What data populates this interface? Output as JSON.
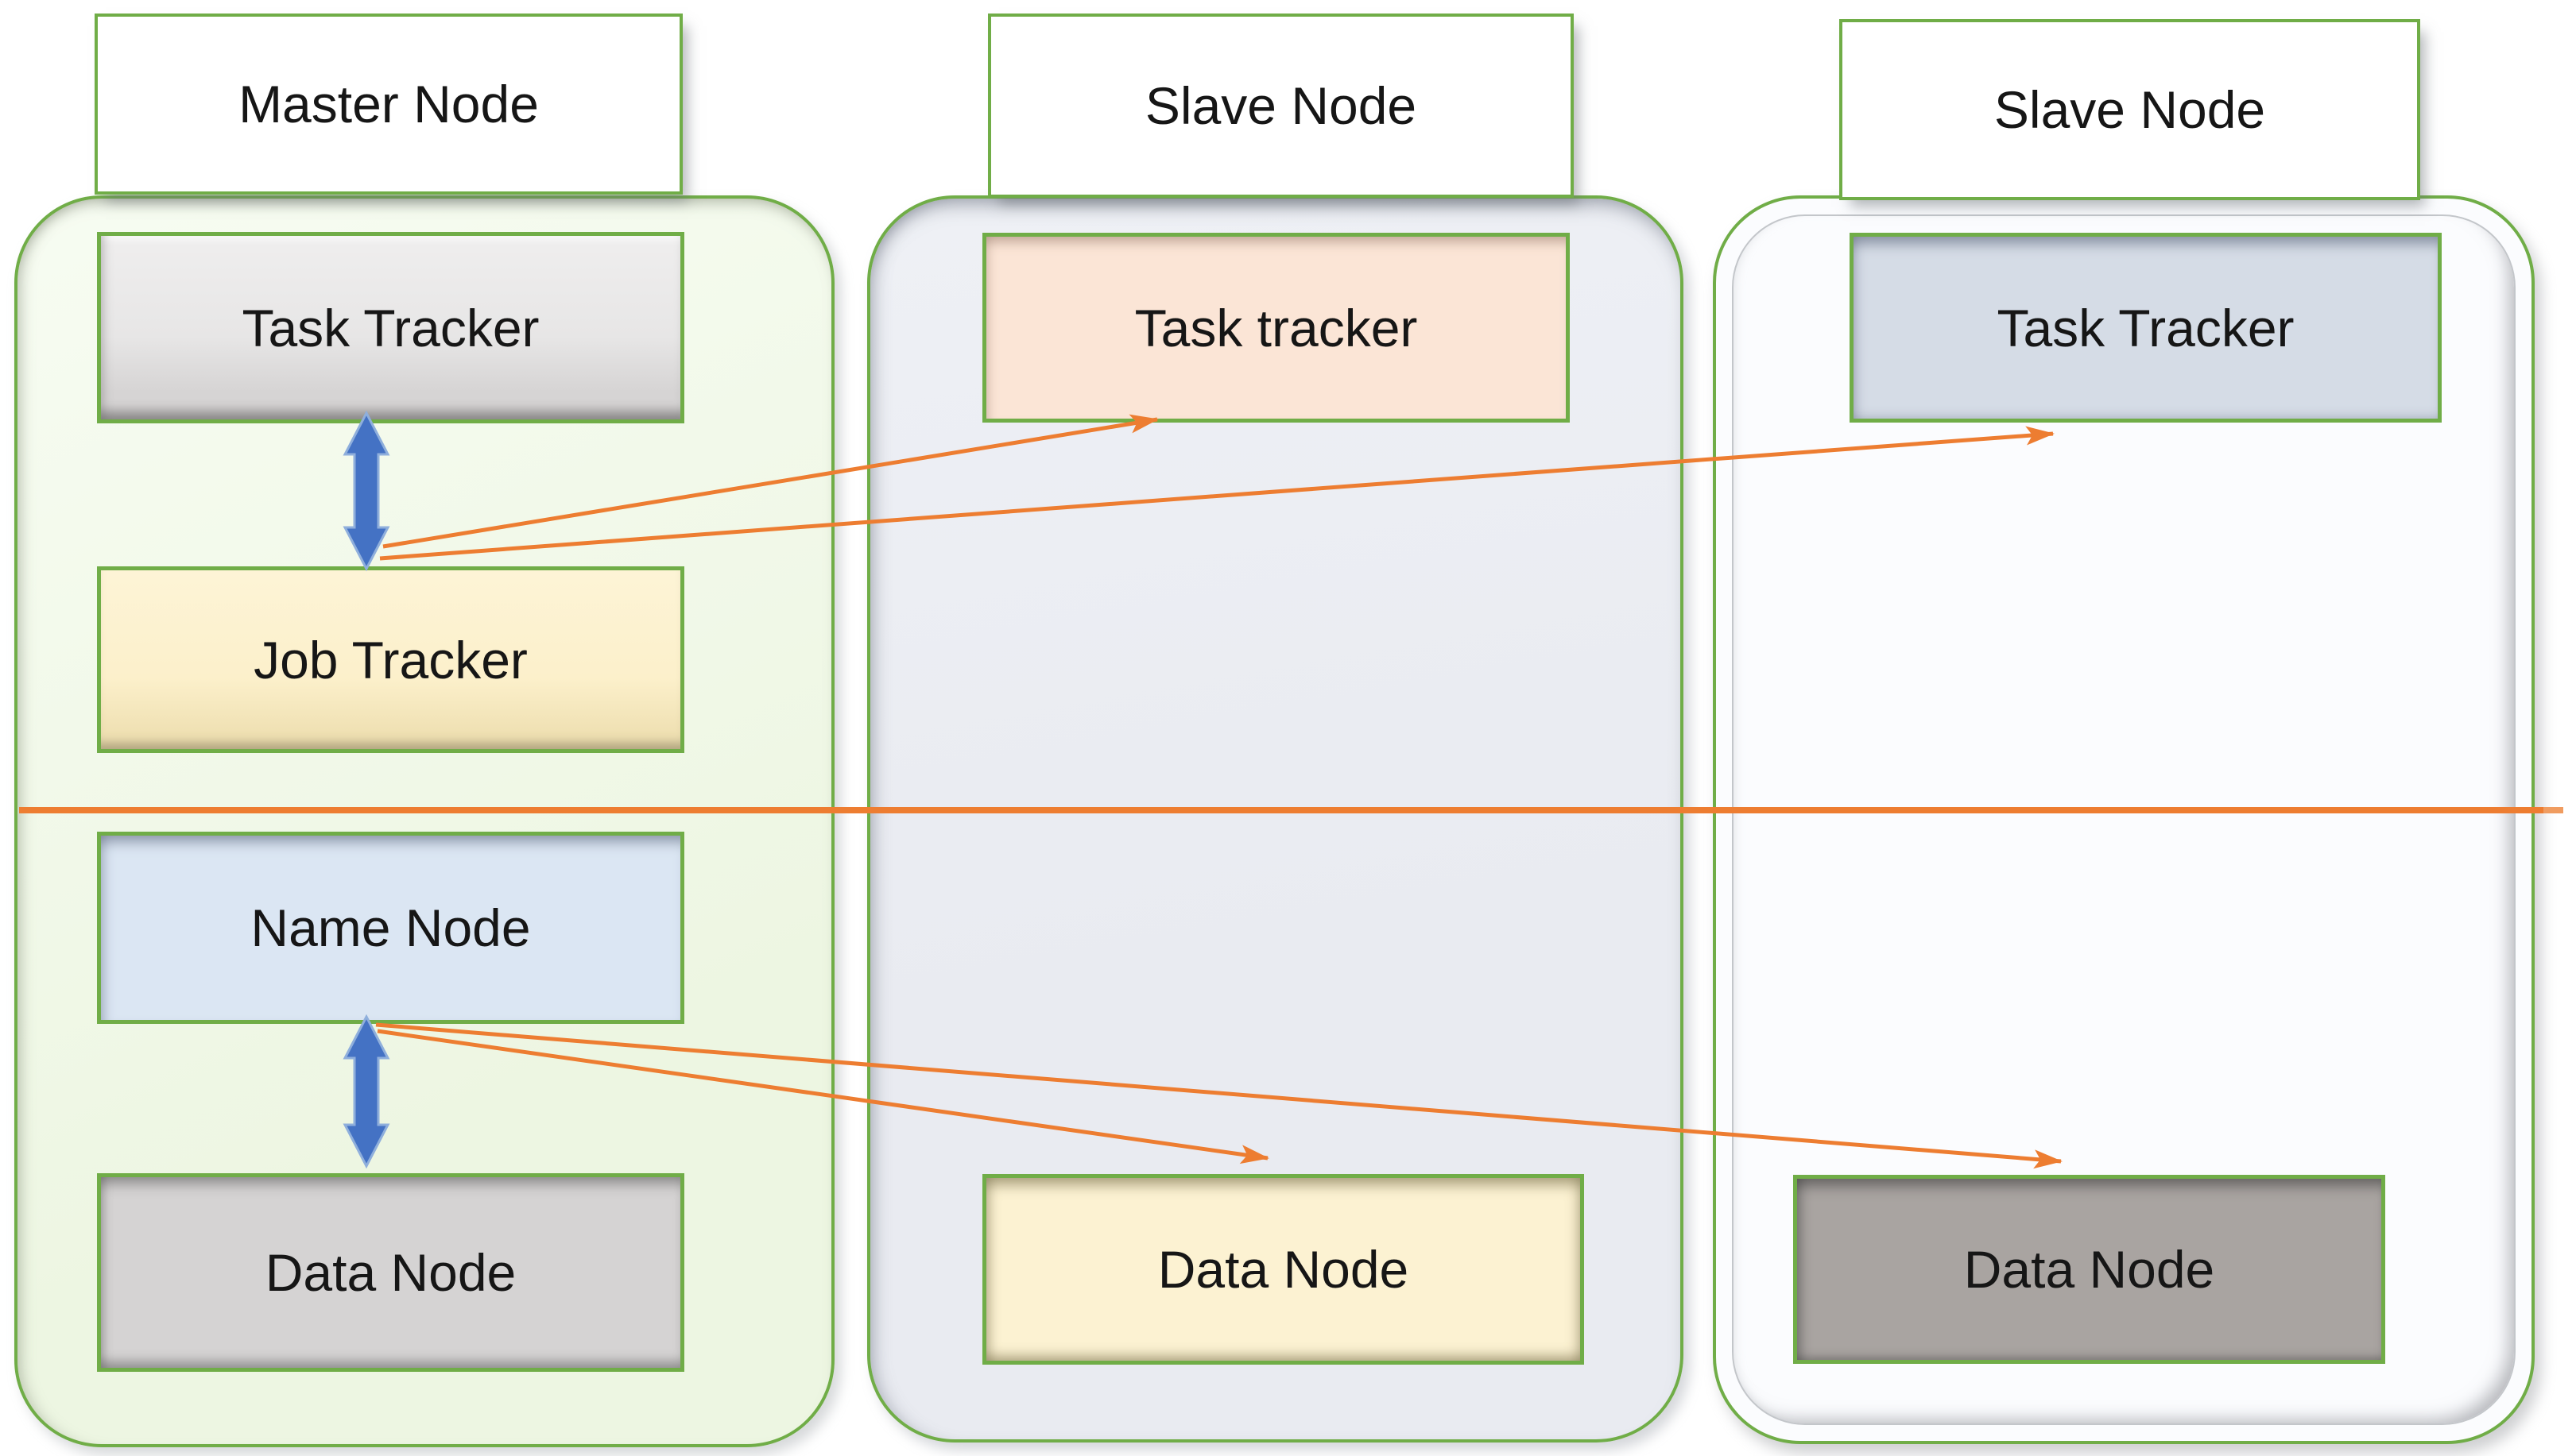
{
  "colors": {
    "green_border": "#70AD47",
    "orange": "#ED7D31",
    "orange_light_tip": "#F09C60",
    "blue_arrow": "#4472C4",
    "blue_arrow_edge": "#8FAFDC",
    "text": "#161616",
    "master_container_fill": "#EDF6E2",
    "slave1_container_fill": "#E9EBF1",
    "slave2_container_fill": "#FBFCFE",
    "master_task_tracker_fill": "#E7E6E6",
    "master_job_tracker_fill": "#FCF0CB",
    "master_name_node_fill": "#DBE6F3",
    "master_data_node_fill": "#D5D3D3",
    "slave1_task_tracker_fill": "#FBE5D6",
    "slave1_data_node_fill": "#FCF2D2",
    "slave2_task_tracker_fill": "#D5DCE6",
    "slave2_data_node_fill": "#A9A4A1"
  },
  "nodes": {
    "master": {
      "label": "Master Node",
      "task_tracker": "Task Tracker",
      "job_tracker": "Job Tracker",
      "name_node": "Name Node",
      "data_node": "Data Node"
    },
    "slave1": {
      "label": "Slave Node",
      "task_tracker": "Task tracker",
      "data_node": "Data Node"
    },
    "slave2": {
      "label": "Slave Node",
      "task_tracker": "Task Tracker",
      "data_node": "Data Node"
    }
  }
}
